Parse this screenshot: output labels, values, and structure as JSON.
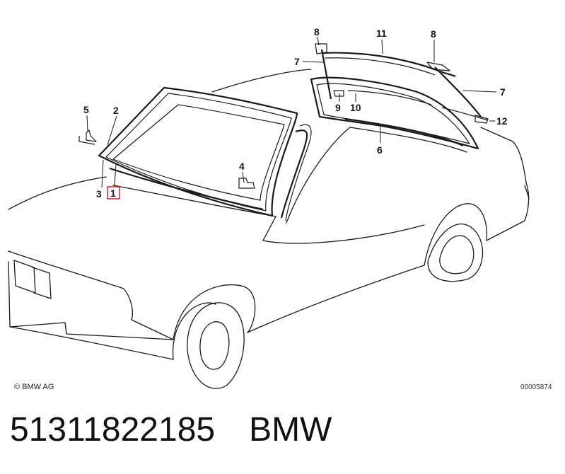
{
  "diagram": {
    "callouts": {
      "c1": "1",
      "c2": "2",
      "c3": "3",
      "c4": "4",
      "c5": "5",
      "c6": "6",
      "c7a": "7",
      "c7b": "7",
      "c8a": "8",
      "c8b": "8",
      "c9": "9",
      "c10": "10",
      "c11": "11",
      "c12": "12"
    },
    "highlight_color": "#d0161b"
  },
  "copyright": "© BMW AG",
  "ref_code": "00005874",
  "footer": {
    "part_number": "51311822185",
    "brand": "BMW"
  }
}
